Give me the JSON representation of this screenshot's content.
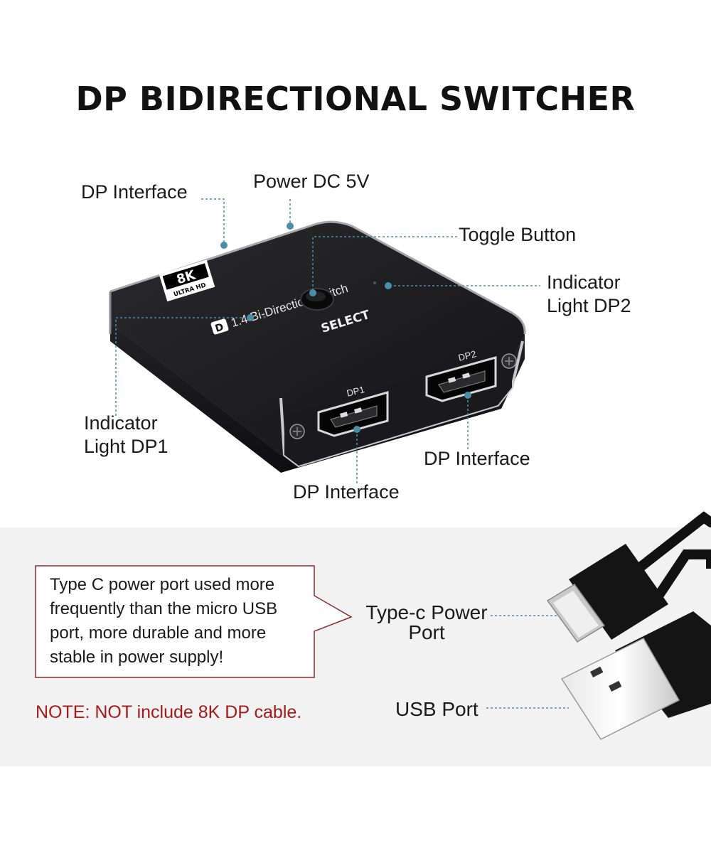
{
  "title": "DP BIDIRECTIONAL SWITCHER",
  "labels": {
    "dp_interface_top": "DP Interface",
    "power": "Power DC 5V",
    "toggle": "Toggle Button",
    "indicator_dp2_line1": "Indicator",
    "indicator_dp2_line2": "Light DP2",
    "indicator_dp1_line1": "Indicator",
    "indicator_dp1_line2": "Light DP1",
    "dp_interface_right": "DP Interface",
    "dp_interface_bottom": "DP Interface"
  },
  "device": {
    "badge_top": "8K",
    "badge_bottom": "ULTRA HD",
    "model": "1.4 Bi-Direction Switch",
    "button": "SELECT",
    "port1": "DP1",
    "port2": "DP2"
  },
  "callout": {
    "text": "Type C power port used more frequently than the micro USB port, more durable and more stable in power supply!"
  },
  "note": "NOTE: NOT include 8K DP cable.",
  "cable": {
    "typec_line1": "Type-c Power",
    "typec_line2": "Port",
    "usb": "USB Port"
  },
  "colors": {
    "device_body": "#1b1b1d",
    "leader_line": "#4a8fa8",
    "note_red": "#a11b1b",
    "callout_border": "#8a2a2a"
  }
}
